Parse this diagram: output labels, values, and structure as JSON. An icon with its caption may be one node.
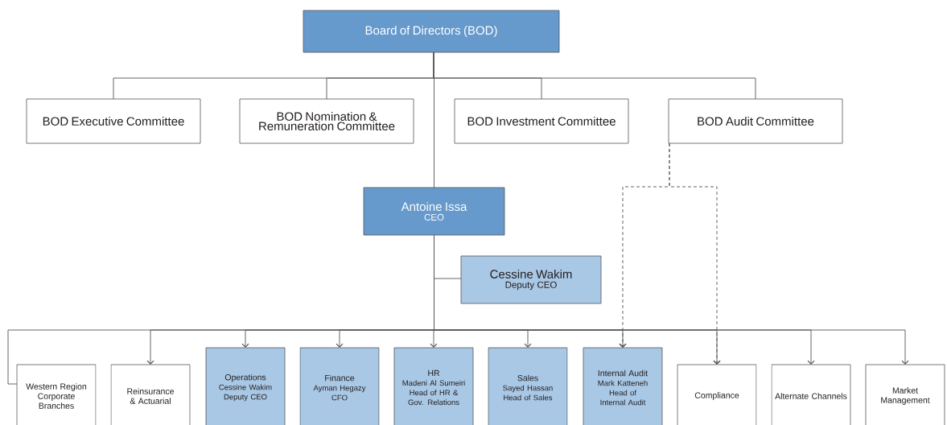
{
  "diagram": {
    "nodes": [
      {
        "text": [
          "Board of Directors (BOD)"
        ]
      },
      {
        "text": [
          "BOD Executive Committee"
        ]
      },
      {
        "text": [
          "BOD Nomination & Remuneration Committee"
        ]
      },
      {
        "text": [
          "BOD Investment Committee"
        ]
      },
      {
        "text": [
          "BOD Audit Committee"
        ]
      },
      {
        "text": [
          "Antoine Issa",
          "CEO"
        ]
      },
      {
        "text": [
          "Cessine Wakim",
          "Deputy CEO"
        ]
      },
      {
        "text": [
          "Western Region Corporate Branches"
        ]
      },
      {
        "text": [
          "Reinsurance & Actuarial"
        ]
      },
      {
        "text": [
          "Operations",
          "Cessine Wakim",
          "Deputy CEO"
        ]
      },
      {
        "text": [
          "Finance",
          "Ayman Hegazy",
          "CFO"
        ]
      },
      {
        "text": [
          "HR",
          "Madeni Al Sumeiri",
          "Head of HR & Gov. Relations"
        ]
      },
      {
        "text": [
          "Sales",
          "Sayed Hassan",
          "Head of Sales"
        ]
      },
      {
        "text": [
          "Internal Audit",
          "Mark Katteneh",
          "Head of Internal Audit"
        ]
      },
      {
        "text": [
          "Compliance"
        ]
      },
      {
        "text": [
          "Alternate Channels"
        ]
      },
      {
        "text": [
          "Market Management"
        ]
      }
    ],
    "edges": [
      {
        "from": 0,
        "to": 1,
        "arrow": "none"
      },
      {
        "from": 0,
        "to": 2,
        "arrow": "none"
      },
      {
        "from": 0,
        "to": 3,
        "arrow": "none"
      },
      {
        "from": 0,
        "to": 4,
        "arrow": "none"
      },
      {
        "from": 0,
        "to": 5,
        "arrow": "none"
      },
      {
        "from": 5,
        "to": 6,
        "arrow": "none"
      },
      {
        "from": 5,
        "to": 7,
        "arrow": "none"
      },
      {
        "from": 5,
        "to": 8,
        "arrow": "to"
      },
      {
        "from": 5,
        "to": 9,
        "arrow": "to"
      },
      {
        "from": 5,
        "to": 10,
        "arrow": "to"
      },
      {
        "from": 5,
        "to": 11,
        "arrow": "to"
      },
      {
        "from": 5,
        "to": 12,
        "arrow": "to"
      },
      {
        "from": 5,
        "to": 13,
        "arrow": "to"
      },
      {
        "from": 5,
        "to": 14,
        "arrow": "to"
      },
      {
        "from": 5,
        "to": 15,
        "arrow": "to"
      },
      {
        "from": 5,
        "to": 16,
        "arrow": "to"
      },
      {
        "from": 4,
        "to": 13,
        "arrow": "to",
        "style": "dashed"
      },
      {
        "from": 4,
        "to": 14,
        "arrow": "to",
        "style": "dashed"
      }
    ]
  }
}
